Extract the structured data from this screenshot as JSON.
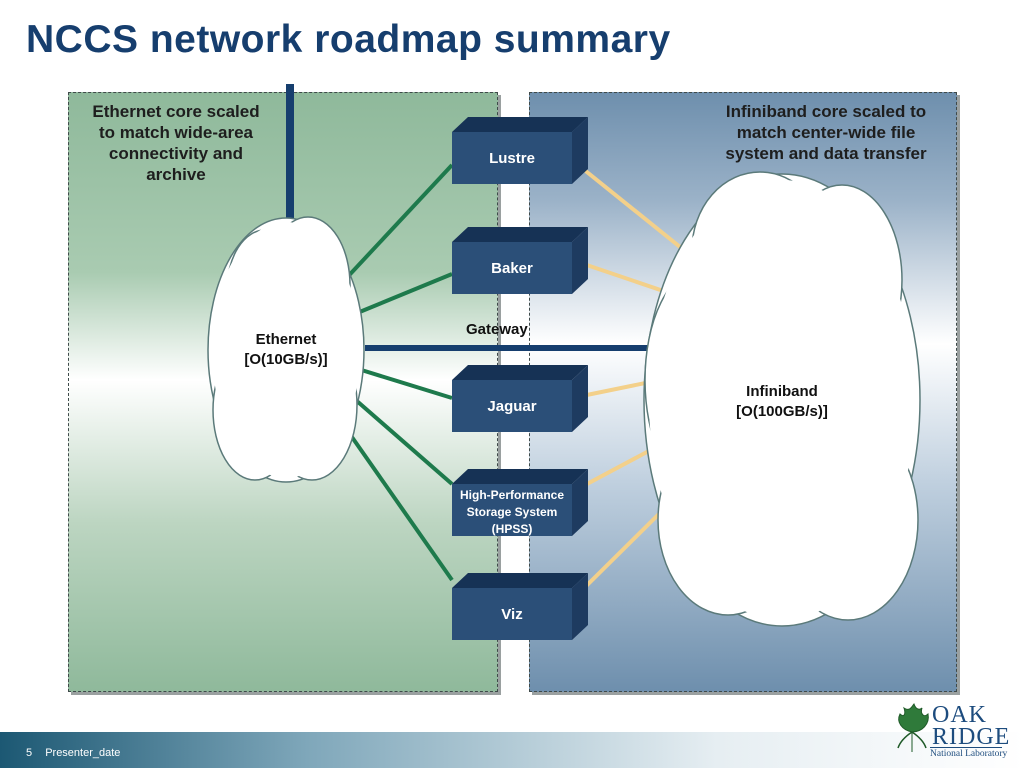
{
  "slide": {
    "title": "NCCS network roadmap summary",
    "footer": {
      "page_number": "5",
      "presenter": "Presenter_date"
    }
  },
  "panels": {
    "left_caption": [
      "Ethernet core scaled",
      "to match wide-area",
      "connectivity and",
      "archive"
    ],
    "right_caption": [
      "Infiniband core scaled to",
      "match center-wide file",
      "system and data transfer"
    ]
  },
  "clouds": {
    "ethernet": [
      "Ethernet",
      "[O(10GB/s)]"
    ],
    "infiniband": [
      "Infiniband",
      "[O(100GB/s)]"
    ]
  },
  "systems": [
    {
      "id": "lustre",
      "label": "Lustre"
    },
    {
      "id": "baker",
      "label": "Baker"
    },
    {
      "id": "jaguar",
      "label": "Jaguar"
    },
    {
      "id": "hpss",
      "label": [
        "High-Performance",
        "Storage System",
        "(HPSS)"
      ]
    },
    {
      "id": "viz",
      "label": "Viz"
    }
  ],
  "gateway_label": "Gateway",
  "colors": {
    "title": "#163e6e",
    "ethernet_link": "#1e7a4c",
    "infiniband_link": "#f3d08a",
    "core_line": "#163e6e",
    "node_face": "#2b4f78",
    "node_top": "#163255"
  },
  "logo": {
    "line1": "OAK",
    "line2": "RIDGE",
    "line3": "National Laboratory",
    "icon": "oak-leaf-icon"
  }
}
